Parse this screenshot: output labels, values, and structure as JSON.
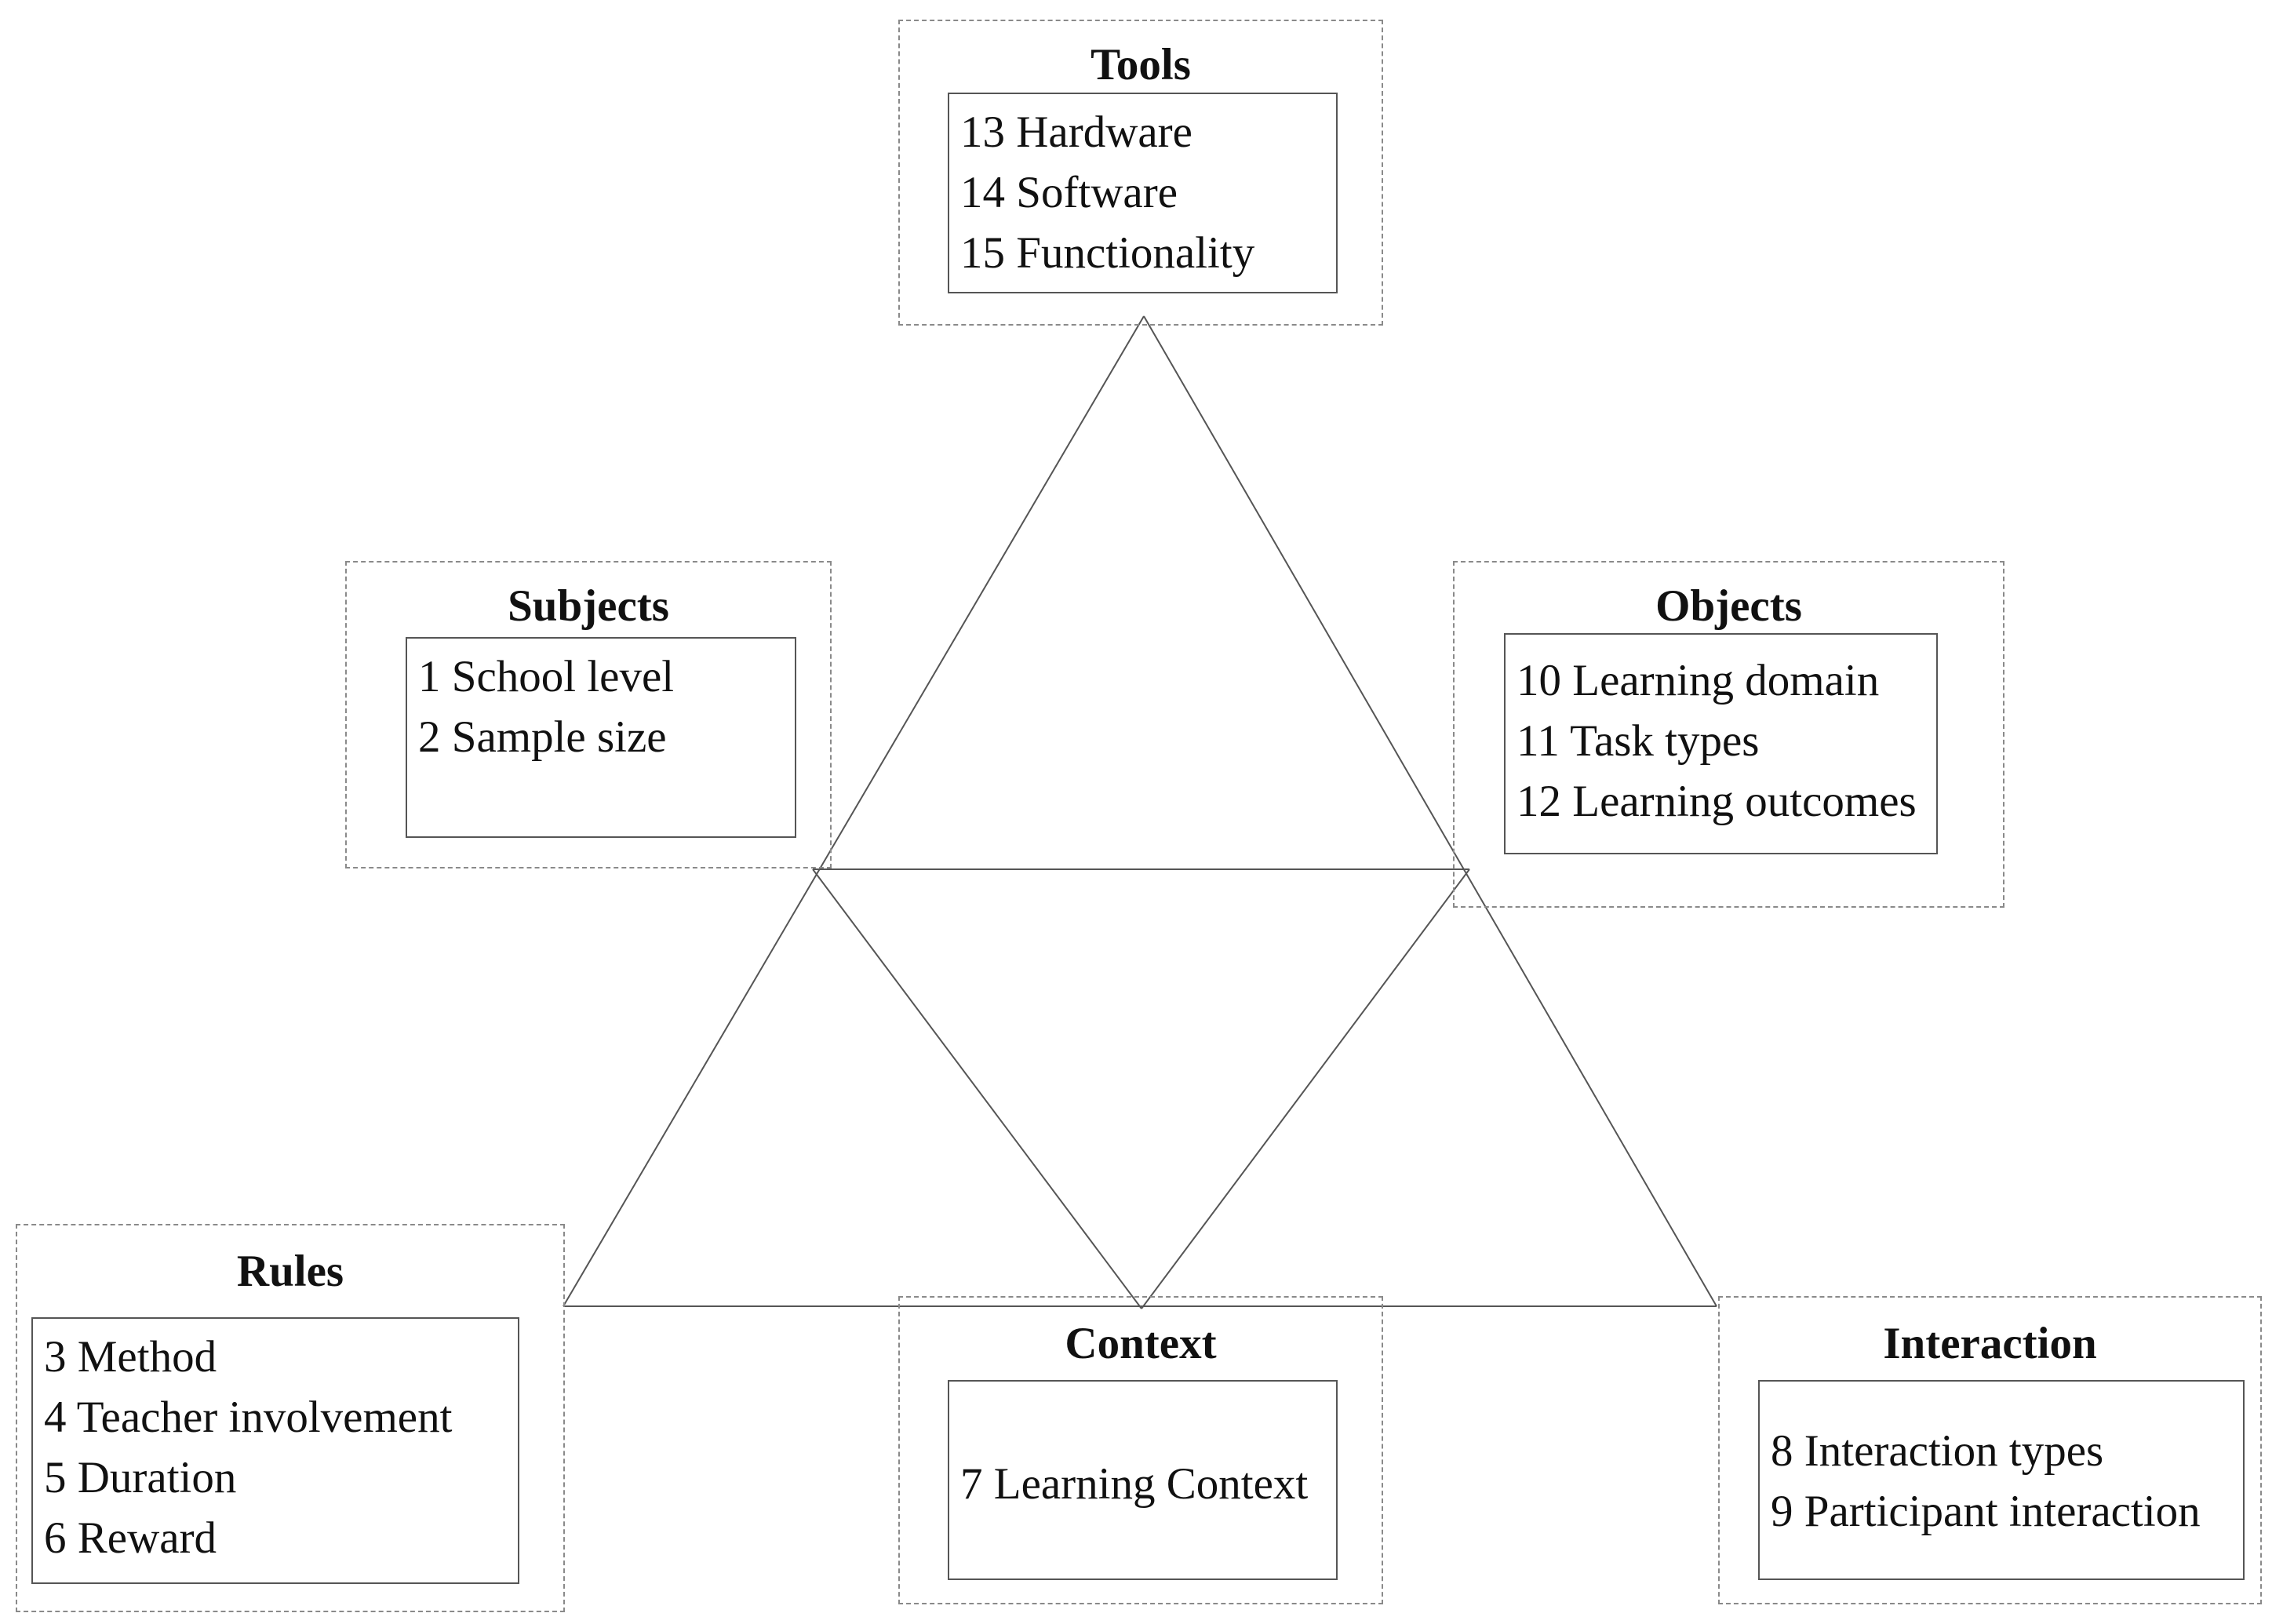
{
  "groups": {
    "tools": {
      "title": "Tools",
      "items": [
        "13 Hardware",
        "14 Software",
        "15 Functionality"
      ]
    },
    "subjects": {
      "title": "Subjects",
      "items": [
        "1 School level",
        "2 Sample size"
      ]
    },
    "objects": {
      "title": "Objects",
      "items": [
        "10 Learning domain",
        "11 Task types",
        "12 Learning outcomes"
      ]
    },
    "rules": {
      "title": "Rules",
      "items": [
        "3 Method",
        "4 Teacher involvement",
        "5 Duration",
        "6 Reward"
      ]
    },
    "context": {
      "title": "Context",
      "items": [
        "7 Learning Context"
      ]
    },
    "interaction": {
      "title": "Interaction",
      "items": [
        "8 Interaction types",
        "9 Participant interaction"
      ]
    }
  },
  "colors": {
    "line": "#555555",
    "dashed_border": "#8a8a8a",
    "text": "#111111",
    "background": "#ffffff"
  }
}
